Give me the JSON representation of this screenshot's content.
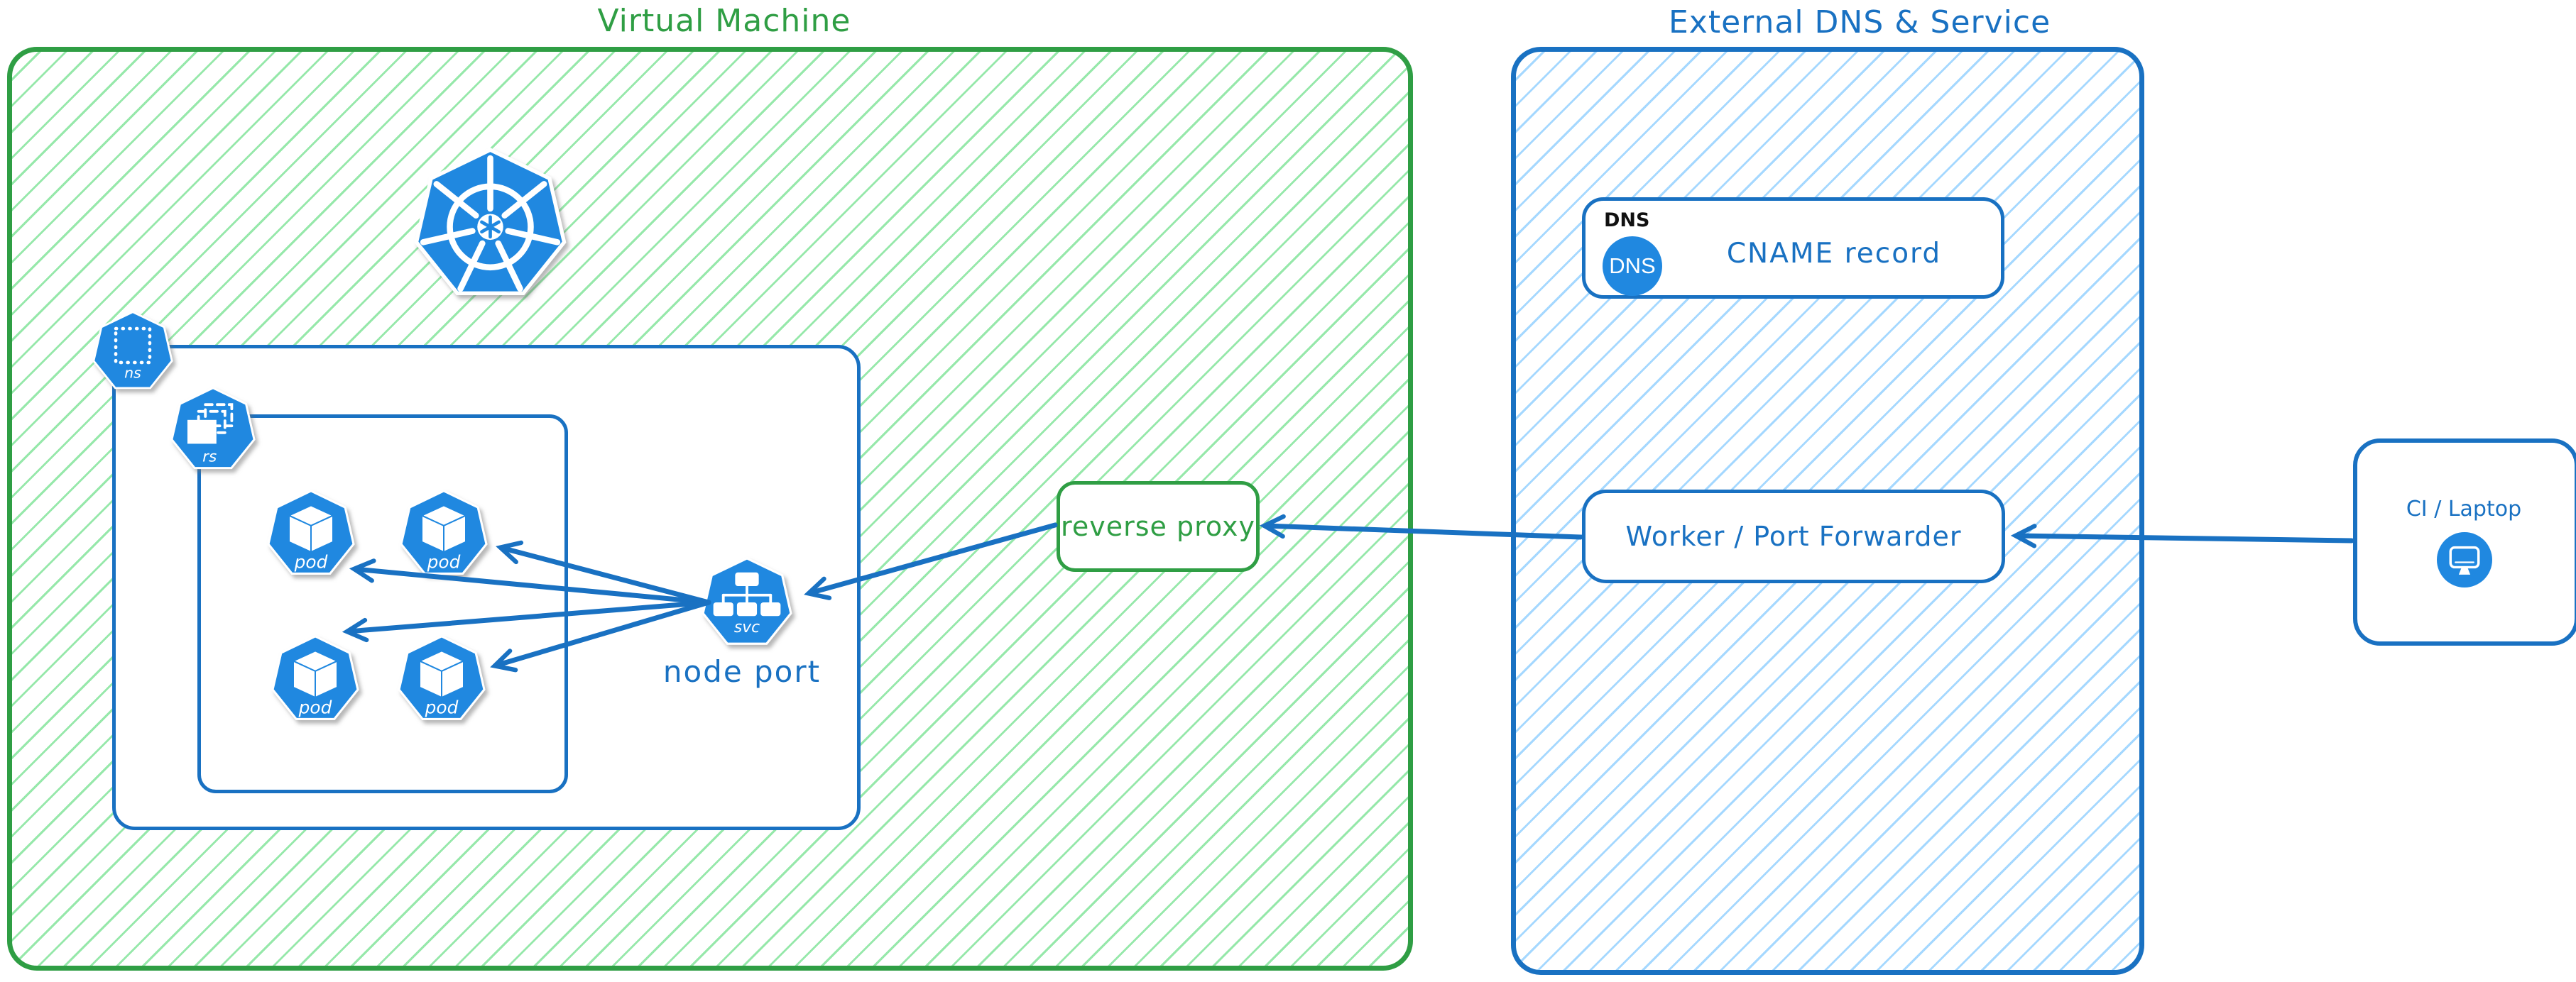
{
  "theme": {
    "green": "#2f9e44",
    "green_hatch": "#96e8aa",
    "blue": "#1971c2",
    "blue_hatch": "#a5d8ff",
    "icon_blue": "#2088e0",
    "ink": "#111111",
    "arrow_blue": "#1971c2"
  },
  "vm": {
    "title": "Virtual Machine",
    "node_port_label": "node port",
    "reverse_proxy_label": "reverse proxy"
  },
  "icons": {
    "namespace": "ns",
    "replicaset": "rs",
    "pod": "pod",
    "service": "svc"
  },
  "external": {
    "title": "External DNS & Service",
    "dns_group_label": "DNS",
    "dns_badge_label": "DNS",
    "cname_label": "CNAME record",
    "worker_label": "Worker / Port Forwarder"
  },
  "client": {
    "label": "CI / Laptop"
  }
}
